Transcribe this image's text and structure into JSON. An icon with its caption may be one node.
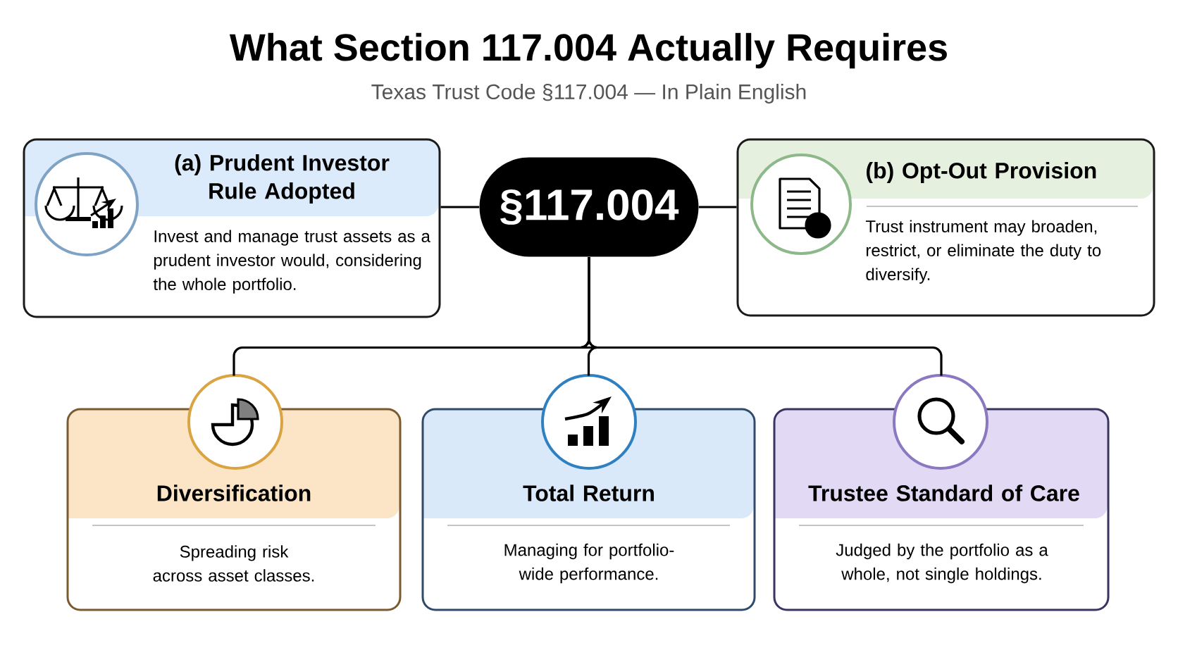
{
  "diagram": {
    "title": "What Section 117.004 Actually Requires",
    "nodes": [
      {
        "text": [
          "§117.004"
        ]
      },
      {
        "text": [
          "(a) Prudent Investor Rule Adopted",
          "Invest and manage trust assets as a prudent investor would, considering the whole portfolio."
        ]
      },
      {
        "text": [
          "(b) Opt-Out Provision",
          "Trust instrument may broaden, restrict, or eliminate the duty to diversify."
        ]
      },
      {
        "text": [
          "Diversification",
          "Spreading risk across asset classes."
        ]
      },
      {
        "text": [
          "Total Return",
          "Managing for portfolio-wide performance."
        ]
      },
      {
        "text": [
          "Trustee Standard of Care",
          "Judged by the portfolio as a whole, not single holdings."
        ]
      }
    ],
    "edges": [
      {
        "from": 0,
        "to": 1,
        "arrow": "none"
      },
      {
        "from": 0,
        "to": 2,
        "arrow": "none"
      },
      {
        "from": 0,
        "to": 3,
        "arrow": "none"
      },
      {
        "from": 0,
        "to": 4,
        "arrow": "none"
      },
      {
        "from": 0,
        "to": 5,
        "arrow": "none"
      }
    ],
    "labels": [
      "Texas Trust Code §117.004 — In Plain English"
    ]
  }
}
